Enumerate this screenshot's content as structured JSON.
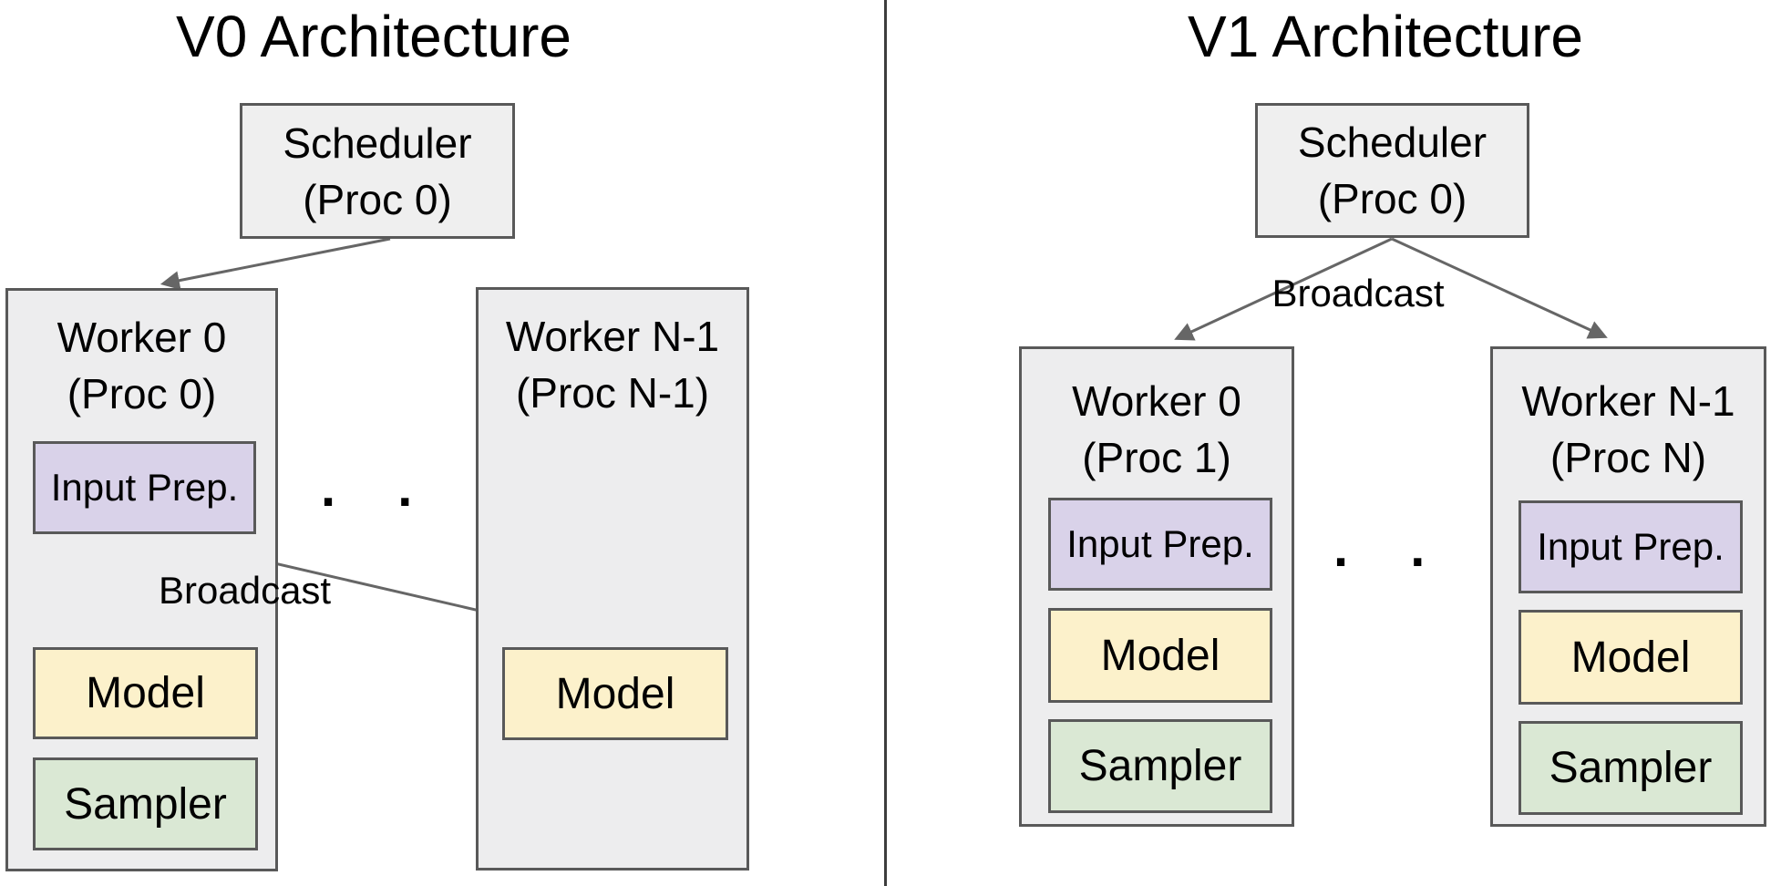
{
  "v0": {
    "title": "V0 Architecture",
    "scheduler": {
      "line1": "Scheduler",
      "line2": "(Proc 0)"
    },
    "broadcast_label": "Broadcast",
    "dots": ". . .",
    "worker0": {
      "line1": "Worker 0",
      "line2": "(Proc 0)",
      "input_prep": "Input Prep.",
      "model": "Model",
      "sampler": "Sampler"
    },
    "workerN": {
      "line1": "Worker N-1",
      "line2": "(Proc N-1)",
      "model": "Model"
    }
  },
  "v1": {
    "title": "V1 Architecture",
    "scheduler": {
      "line1": "Scheduler",
      "line2": "(Proc 0)"
    },
    "broadcast_label": "Broadcast",
    "dots": ". . .",
    "worker0": {
      "line1": "Worker 0",
      "line2": "(Proc 1)",
      "input_prep": "Input Prep.",
      "model": "Model",
      "sampler": "Sampler"
    },
    "workerN": {
      "line1": "Worker N-1",
      "line2": "(Proc N)",
      "input_prep": "Input Prep.",
      "model": "Model",
      "sampler": "Sampler"
    }
  },
  "colors": {
    "container_fill": "#ededee",
    "scheduler_fill": "#efefef",
    "input_prep_fill": "#d9d2e9",
    "model_fill": "#fcf1cb",
    "sampler_fill": "#dae8d4",
    "border": "#595959",
    "arrow": "#666666",
    "divider": "#3d3d3d",
    "text": "#000000"
  }
}
